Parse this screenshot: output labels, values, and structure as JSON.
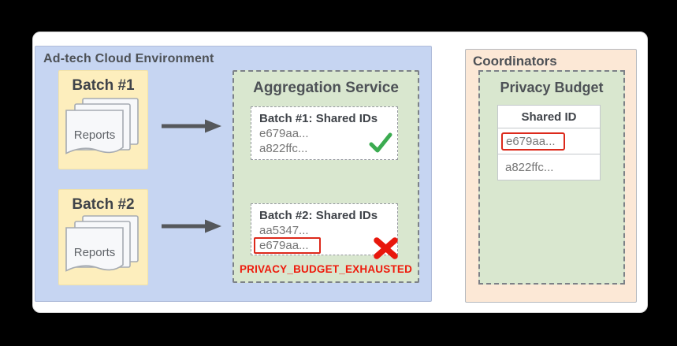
{
  "adtech": {
    "title": "Ad-tech Cloud Environment",
    "batch1": {
      "label": "Batch #1",
      "docs": "Reports"
    },
    "batch2": {
      "label": "Batch #2",
      "docs": "Reports"
    }
  },
  "aggregation": {
    "title": "Aggregation Service",
    "batch1": {
      "heading": "Batch #1: Shared IDs",
      "id1": "e679aa...",
      "id2": "a822ffc...",
      "status_icon": "green-check-icon"
    },
    "batch2": {
      "heading": "Batch #2: Shared IDs",
      "id1": "aa5347...",
      "id2": "e679aa...",
      "status_icon": "red-x-icon"
    },
    "error": "PRIVACY_BUDGET_EXHAUSTED"
  },
  "coordinators": {
    "title": "Coordinators",
    "privacy_budget": {
      "title": "Privacy Budget",
      "table_header": "Shared ID",
      "row1": "e679aa...",
      "row2": "a822ffc...",
      "flagged_row": "e679aa..."
    }
  },
  "icons": {
    "flow": "right-arrow-icon",
    "documents": "stacked-pages-icon",
    "success": "green-check-icon",
    "failure": "red-x-icon"
  },
  "colors": {
    "adtech_bg": "#c6d5f2",
    "batch_bg": "#fdeebd",
    "service_bg": "#d9e7cf",
    "coordinators_bg": "#fce8d6",
    "success_green": "#3bab50",
    "error_red": "#ee1b0c",
    "highlight_red": "#dc291b",
    "text_dark": "#4d5156",
    "text_gray": "#757575",
    "arrow_gray": "#55585c"
  }
}
